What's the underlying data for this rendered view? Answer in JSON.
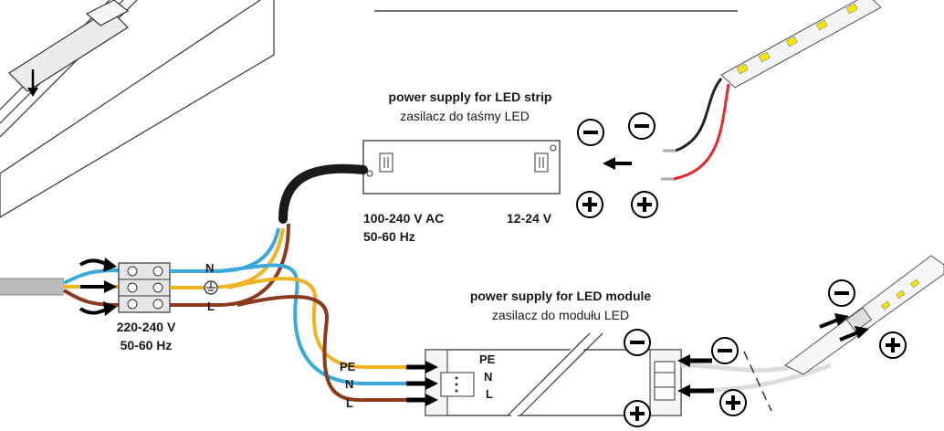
{
  "strip_driver": {
    "title": "power supply for LED strip",
    "subtitle": "zasilacz do taśmy LED",
    "input_voltage": "100-240 V AC",
    "input_frequency": "50-60 Hz",
    "output_voltage": "12-24 V"
  },
  "module_driver": {
    "title": "power supply for LED module",
    "subtitle": "zasilacz do modułu LED",
    "terminals": [
      "PE",
      "N",
      "L"
    ]
  },
  "mains": {
    "voltage": "220-240 V",
    "frequency": "50-60 Hz",
    "terminals": [
      "N",
      "L"
    ]
  },
  "input_wire_labels": [
    "PE",
    "N",
    "L"
  ],
  "wire_colors": {
    "neutral": "#3aa8d8",
    "pe": "#f0b323",
    "live": "#8b3a1e",
    "positive": "#e8262b",
    "negative": "#222222"
  }
}
